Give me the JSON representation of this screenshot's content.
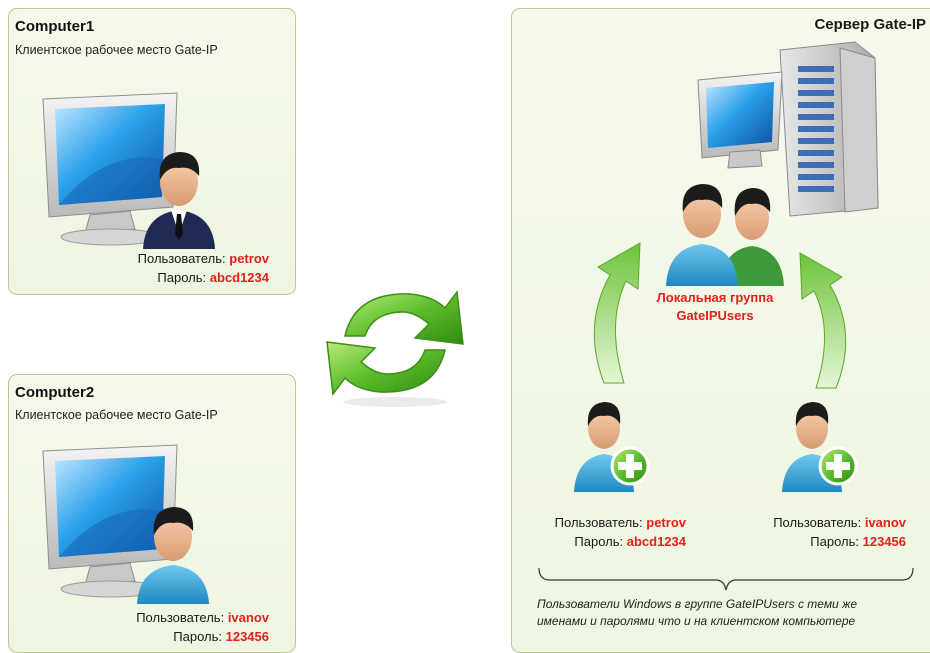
{
  "computer1": {
    "title": "Computer1",
    "subtitle": "Клиентское рабочее место Gate-IP",
    "user_label": "Пользователь:",
    "user": "petrov",
    "pass_label": "Пароль:",
    "pass": "abcd1234"
  },
  "computer2": {
    "title": "Computer2",
    "subtitle": "Клиентское рабочее место Gate-IP",
    "user_label": "Пользователь:",
    "user": "ivanov",
    "pass_label": "Пароль:",
    "pass": "123456"
  },
  "server": {
    "title": "Сервер Gate-IP",
    "group_line1": "Локальная группа",
    "group_line2": "GateIPUsers",
    "left_user": {
      "user_label": "Пользователь:",
      "user": "petrov",
      "pass_label": "Пароль:",
      "pass": "abcd1234"
    },
    "right_user": {
      "user_label": "Пользователь:",
      "user": "ivanov",
      "pass_label": "Пароль:",
      "pass": "123456"
    },
    "note_line1": "Пользователи Windows в группе GateIPUsers с теми же",
    "note_line2": "именами и паролями что и на клиентском компьютере"
  },
  "icons": [
    "monitor-icon",
    "user-icon",
    "sync-icon",
    "server-icon",
    "user-group-icon",
    "user-add-icon",
    "arrow-up-icon",
    "brace-icon"
  ],
  "colors": {
    "panel_bg": "#eef5e0",
    "panel_border": "#b9c98f",
    "value_red": "#e3201b",
    "arrow_green": "#4aa61c",
    "monitor_blue": "#1b7fd1"
  }
}
